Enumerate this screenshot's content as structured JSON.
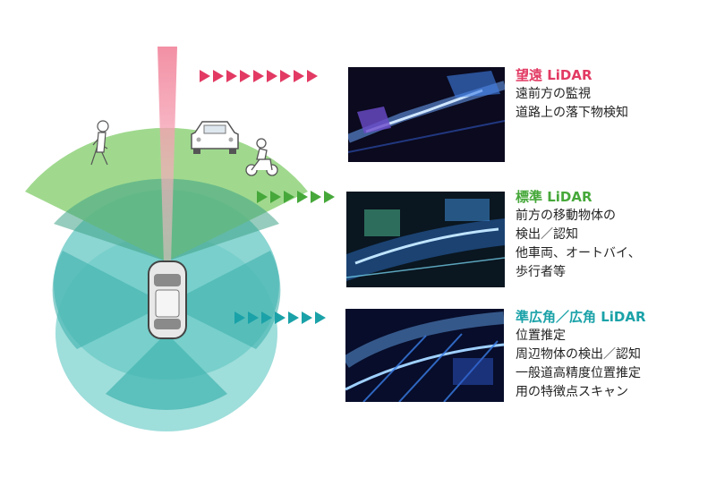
{
  "colors": {
    "long_range": "#e23a63",
    "standard": "#46a83a",
    "wide": "#1aa2a8",
    "fan_green": "#8ed07a",
    "fan_teal": "#5fc7c5"
  },
  "icons": [
    "pedestrian-icon",
    "car-icon",
    "motorcycle-icon",
    "ego-vehicle-icon"
  ],
  "sections": {
    "long_range": {
      "title": "望遠 LiDAR",
      "lines": [
        "遠前方の監視",
        "道路上の落下物検知"
      ]
    },
    "standard": {
      "title": "標準 LiDAR",
      "lines": [
        "前方の移動物体の",
        "検出／認知",
        "他車両、オートバイ、",
        "歩行者等"
      ]
    },
    "wide": {
      "title": "準広角／広角 LiDAR",
      "lines": [
        "位置推定",
        "周辺物体の検出／認知",
        "一般道高精度位置推定",
        "用の特徴点スキャン"
      ]
    }
  }
}
